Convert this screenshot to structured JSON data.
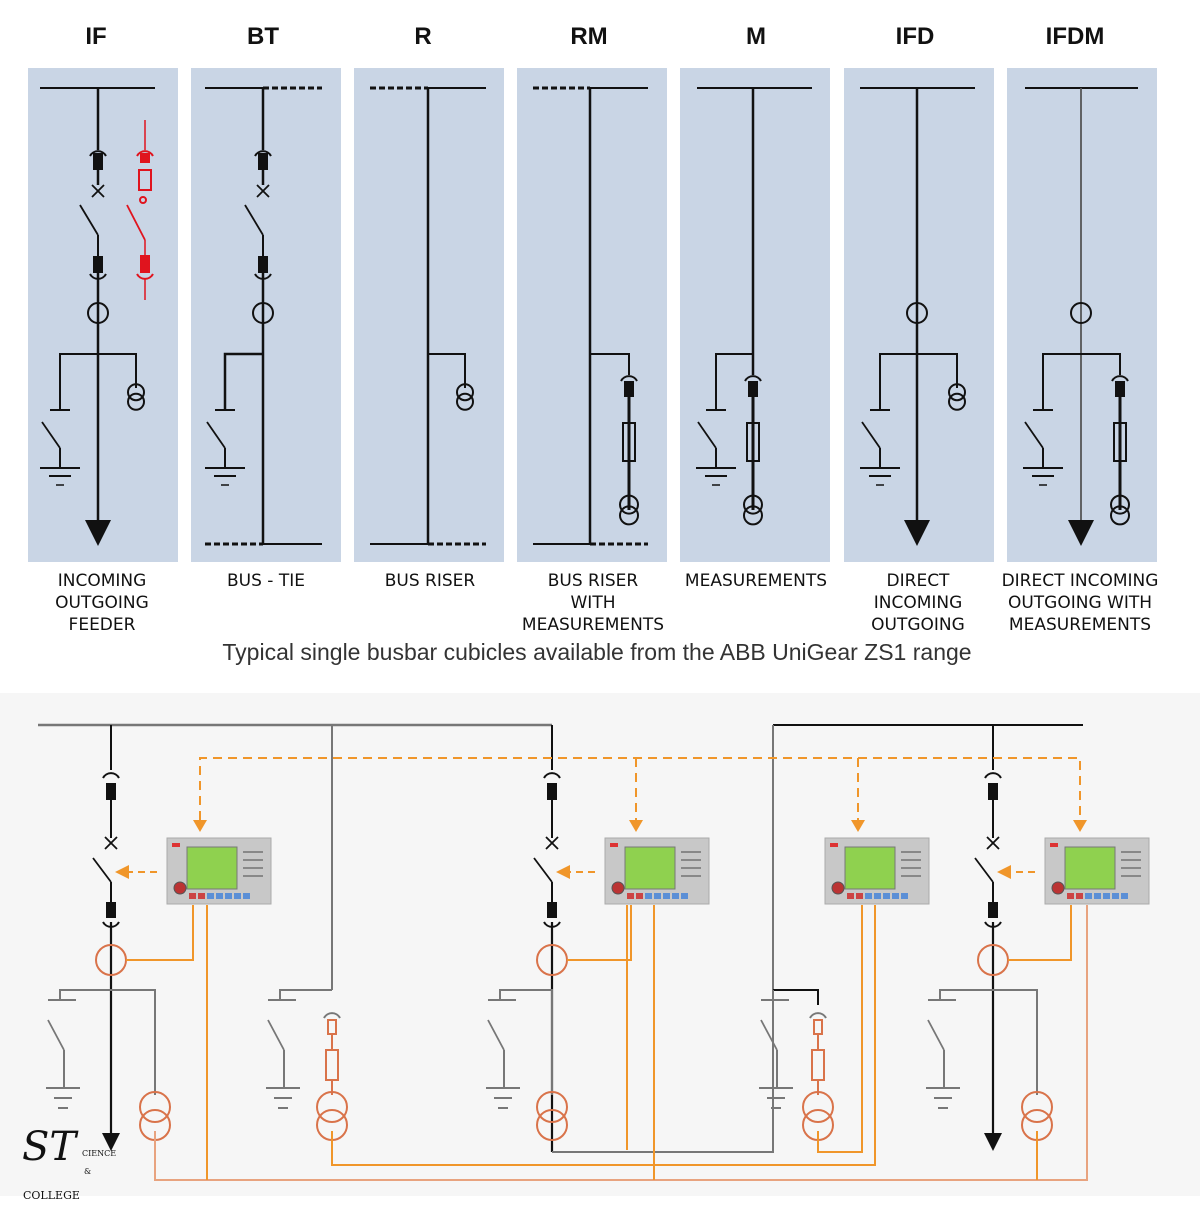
{
  "top_section": {
    "cubicles": [
      {
        "code": "IF",
        "label_lines": [
          "INCOMING",
          "OUTGOING",
          "FEEDER"
        ]
      },
      {
        "code": "BT",
        "label_lines": [
          "BUS - TIE"
        ]
      },
      {
        "code": "R",
        "label_lines": [
          "BUS RISER"
        ]
      },
      {
        "code": "RM",
        "label_lines": [
          "BUS RISER",
          "WITH",
          "MEASUREMENTS"
        ]
      },
      {
        "code": "M",
        "label_lines": [
          "MEASUREMENTS"
        ]
      },
      {
        "code": "IFD",
        "label_lines": [
          "DIRECT",
          "INCOMING",
          "OUTGOING"
        ]
      },
      {
        "code": "IFDM",
        "label_lines": [
          "DIRECT INCOMING",
          "OUTGOING WITH",
          "MEASUREMENTS"
        ]
      }
    ],
    "caption": "Typical single busbar cubicles available from the ABB UniGear ZS1 range"
  },
  "logo": {
    "letters": "ST",
    "line1": "CIENCE",
    "amp": "&",
    "line2": "COLLEGE"
  },
  "colors": {
    "panel": "#c9d5e5",
    "black": "#111111",
    "red": "#e0141e",
    "orange": "#f0962a",
    "ct_orange": "#d9734a",
    "gray": "#777777",
    "lcd": "#8fd14f"
  }
}
